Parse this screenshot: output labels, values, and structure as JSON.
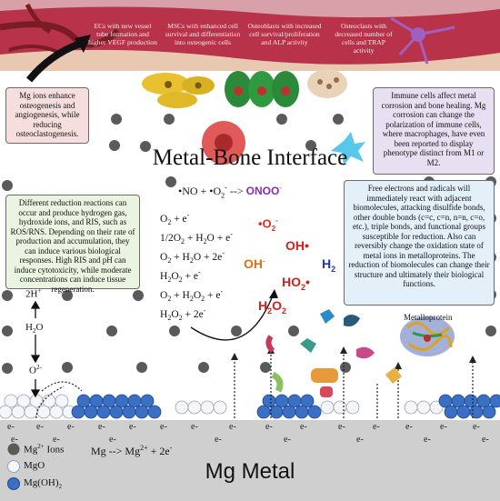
{
  "top_band_labels": [
    "ECs with new vessel tube formation and higher VEGF production",
    "MSCs with enhanced cell survival and differentiation into osteogenic cells",
    "Osteoblasts with increased cell survival/proliferation and ALP activity",
    "Osteoclasts with decreased number of cells and TRAP activity"
  ],
  "mg_effect_box": "Mg ions enhance osteogenesis and angiogenesis, while reducing osteoclastogenesis.",
  "immune_box": "Immune cells affect metal corrosion and bone healing. Mg corrosion can change the polarization of immune cells, where macrophages, have even been reported to display phenotype distinct from M1 or M2.",
  "title": "Metal-Bone Interface",
  "reduction_box": "Different reduction reactions can occur and produce hydrogen gas, hydroxide ions, and RIS, such as ROS/RNS.  Depending on their rate of production and accumulation, they can induce various biological responses.  High RIS and pH can induce cytotoxicity, while moderate concentrations can induce tissue regeneration.",
  "radicals_box": "Free electrons and radicals will immediately react with adjacent biomolecules, attacking disulfide bonds, other double bonds (c=c, c=n, n=n, c=o, etc.), triple bonds, and functional groups susceptible for reduction.  Also can reversibly change the oxidation state of metal ions in metalloproteins.  The reduction of biomolecules can change their structure and ultimately their biological functions.",
  "nitro_reaction": {
    "left": "•NO + •O",
    "sub": "2",
    "sup": "-",
    "arrow": " --> ",
    "product": "ONOO",
    "product_sup": "-"
  },
  "reactions": [
    {
      "text": "O",
      "sub": "2",
      "tail": " + e",
      "sup": "-"
    },
    {
      "text": "1/2O",
      "sub": "2",
      "tail": " + H",
      "sub2": "2",
      "tail2": "O + e",
      "sup": "-"
    },
    {
      "text": "O",
      "sub": "2",
      "tail": " + H",
      "sub2": "2",
      "tail2": "O + 2e",
      "sup": "-"
    },
    {
      "text": "H",
      "sub": "2",
      "tail": "O",
      "sub2": "2",
      "tail2": " + e",
      "sup": "-"
    },
    {
      "text": "O",
      "sub": "2",
      "tail": " + H",
      "sub2": "2",
      "tail2": "O",
      "sub3": "2",
      "tail3": " + e",
      "sup": "-"
    },
    {
      "text": "H",
      "sub": "2",
      "tail": "O",
      "sub2": "2",
      "tail2": " + 2e",
      "sup": "-"
    }
  ],
  "species": {
    "o2_radical": {
      "text": "•O",
      "sub": "2",
      "sup": "-",
      "color": "#e0301e"
    },
    "oh_radical": {
      "text": "OH•",
      "color": "#d4201a"
    },
    "oh_minus": {
      "text": "OH",
      "sup": "-",
      "color": "#e07010"
    },
    "h2": {
      "text": "H",
      "sub": "2",
      "color": "#2233cc"
    },
    "ho2": {
      "text": "HO",
      "sub": "2",
      "tail": "•",
      "color": "#d4201a"
    },
    "h2o2": {
      "text": "H",
      "sub": "2",
      "tail": "O",
      "sub2": "2",
      "color": "#d4201a"
    }
  },
  "left_chain": {
    "proton": {
      "text": "2H",
      "sup": "+"
    },
    "water": {
      "text": "H",
      "sub": "2",
      "tail": "O"
    },
    "oxide": {
      "text": "O",
      "sup": "2-"
    }
  },
  "metalloprotein_label": "Metalloprotein",
  "electron_label": "e-",
  "legend": [
    {
      "text": "Mg",
      "sup": "2+",
      "tail": " Ions",
      "color": "#5a5a5a"
    },
    {
      "text": "MgO",
      "color": "#f4f6fa"
    },
    {
      "text": "Mg(OH)",
      "sub": "2",
      "color": "#3a6fc4"
    }
  ],
  "mg_equation": {
    "text": "Mg --> Mg",
    "sup": "2+",
    "tail": " + 2e",
    "sup2": "-"
  },
  "metal_label": "Mg Metal",
  "colors": {
    "tissue_band": "#b8324a",
    "vessel": "#8e1f24",
    "mg_effect_bg": "#f7dede",
    "immune_bg": "#e6e0f2",
    "reduction_bg": "#eaf4e0",
    "radicals_bg": "#e3f0fa",
    "metal_bg": "#cfcfcf",
    "mgoh2": "#3a6fc4"
  }
}
